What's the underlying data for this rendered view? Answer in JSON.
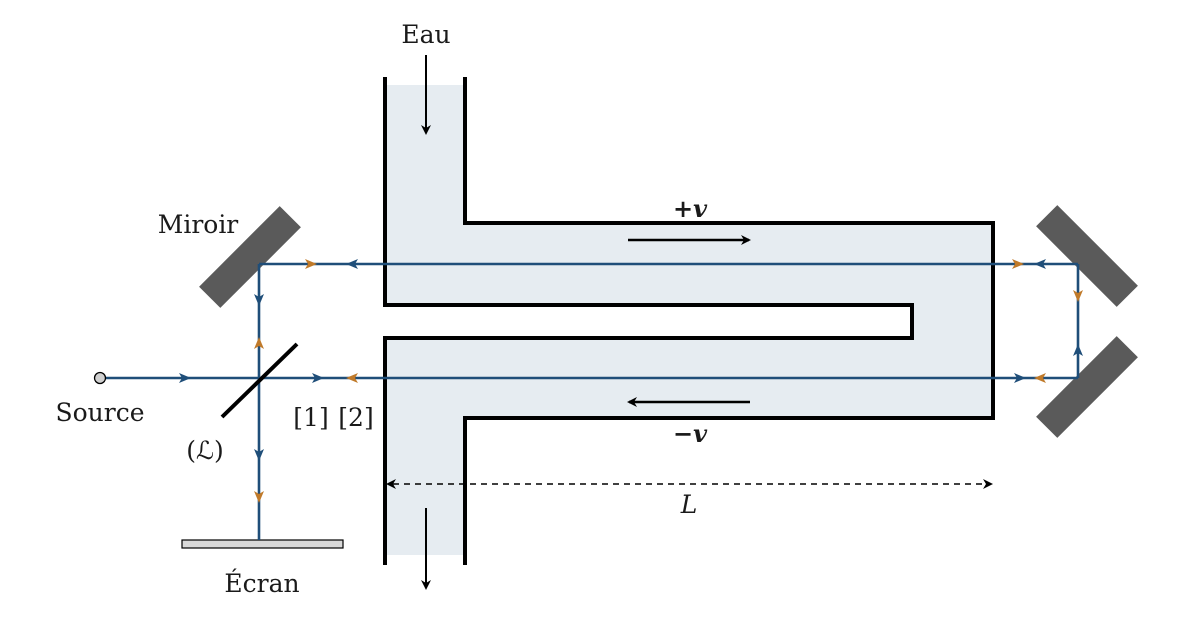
{
  "labels": {
    "water": "Eau",
    "mirror": "Miroir",
    "source": "Source",
    "lens": "(ℒ)",
    "screen": "Écran",
    "path1": "[1]",
    "path2": "[2]",
    "velocity_plus": "+v",
    "velocity_minus": "−v",
    "length": "L"
  },
  "colors": {
    "path1": "#1f4e79",
    "path2": "#c07a2a",
    "water_fill": "#e6ecf1",
    "mirror": "#5a5a5a",
    "screen_fill": "#d9d9d9"
  }
}
